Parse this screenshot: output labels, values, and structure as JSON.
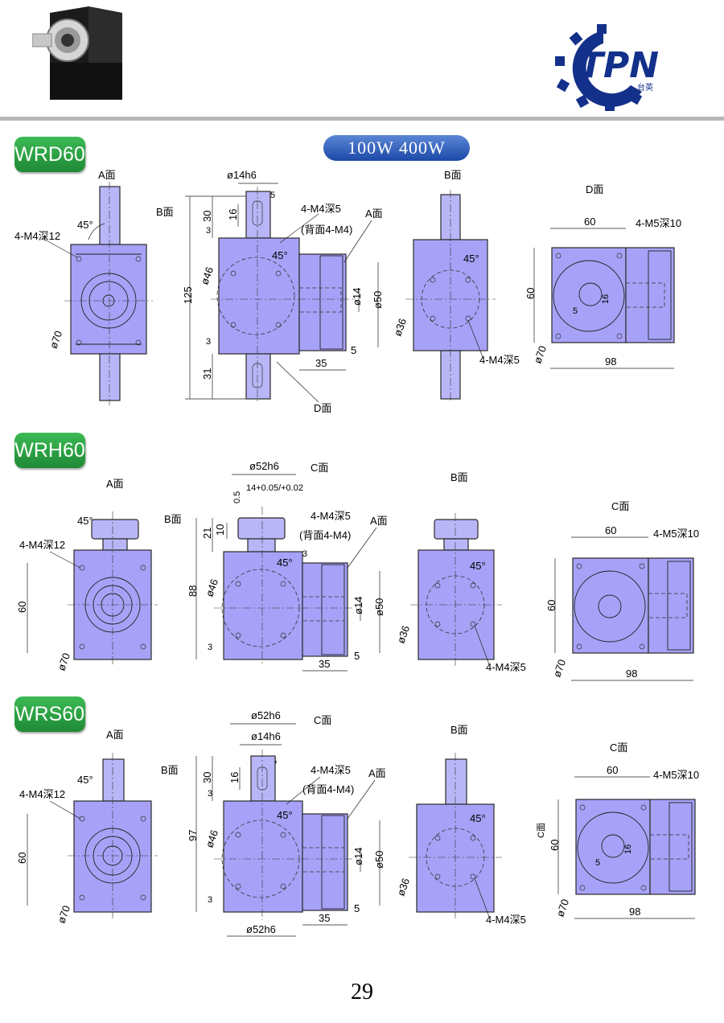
{
  "header": {
    "brand": "TPN",
    "brand_sub": "台英"
  },
  "badge": "100W  400W",
  "page_number": "29",
  "colors": {
    "part_fill": "#a7a2f7",
    "tag_green": "#2e9e45",
    "badge_blue": "#2b5cc0",
    "brand_blue": "#13308a"
  },
  "sections": [
    {
      "model": "WRD60",
      "views": {
        "a": {
          "face": "A面",
          "angle": "45°",
          "bolt": "4-M4深12",
          "dia": "ø70"
        },
        "side": {
          "face_b": "B面",
          "face_a": "A面",
          "face_d": "D面",
          "shaft": "ø14h6",
          "key": "5",
          "d30": "30",
          "d16": "16",
          "d3a": "3",
          "total": "125",
          "dia46": "ø46",
          "angle": "45°",
          "bolt": "4-M4深5",
          "bolt_back": "(背面4-M4)",
          "d14": "ø14",
          "d50": "ø50",
          "d3b": "3",
          "d31": "31",
          "d35": "35",
          "d5": "5"
        },
        "b": {
          "face": "B面",
          "angle": "45°",
          "dia36": "ø36",
          "bolt": "4-M4深5"
        },
        "d": {
          "face": "D面",
          "w60": "60",
          "h60": "60",
          "bolt": "4-M5深10",
          "k5": "5",
          "k16": "16",
          "dia": "ø70",
          "len": "98"
        }
      }
    },
    {
      "model": "WRH60",
      "views": {
        "a": {
          "face": "A面",
          "angle": "45°",
          "bolt": "4-M4深12",
          "h60": "60",
          "dia": "ø70"
        },
        "side": {
          "face_b": "B面",
          "face_c": "C面",
          "face_a": "A面",
          "flange": "ø52h6",
          "bore": "14+0.05/+0.02",
          "d05": "0.5",
          "d10": "10",
          "d21": "21",
          "total": "88",
          "dia46": "ø46",
          "angle": "45°",
          "bolt": "4-M4深5",
          "bolt_back": "(背面4-M4)",
          "d3c": "3",
          "d14": "ø14",
          "d50": "ø50",
          "d3": "3",
          "d35": "35",
          "d5": "5"
        },
        "b": {
          "face": "B面",
          "angle": "45°",
          "dia36": "ø36",
          "bolt": "4-M4深5"
        },
        "c": {
          "face": "C面",
          "w60": "60",
          "h60": "60",
          "bolt": "4-M5深10",
          "dia": "ø70",
          "len": "98"
        }
      }
    },
    {
      "model": "WRS60",
      "views": {
        "a": {
          "face": "A面",
          "angle": "45°",
          "bolt": "4-M4深12",
          "h60": "60",
          "dia": "ø70"
        },
        "side": {
          "face_b": "B面",
          "face_c": "C面",
          "face_a": "A面",
          "flange": "ø52h6",
          "shaft": "ø14h6",
          "key": "5",
          "d30": "30",
          "d16": "16",
          "d3a": "3",
          "total": "97",
          "dia46": "ø46",
          "angle": "45°",
          "bolt": "4-M4深5",
          "bolt_back": "(背面4-M4)",
          "d14": "ø14",
          "d50": "ø50",
          "d3": "3",
          "d35": "35",
          "d5": "5",
          "flange_bottom": "ø52h6"
        },
        "b": {
          "face": "B面",
          "angle": "45°",
          "dia36": "ø36",
          "bolt": "4-M4深5"
        },
        "c": {
          "face": "C面",
          "face_side": "C面",
          "w60": "60",
          "h60": "60",
          "bolt": "4-M5深10",
          "k5": "5",
          "k16": "16",
          "dia": "ø70",
          "len": "98"
        }
      }
    }
  ]
}
